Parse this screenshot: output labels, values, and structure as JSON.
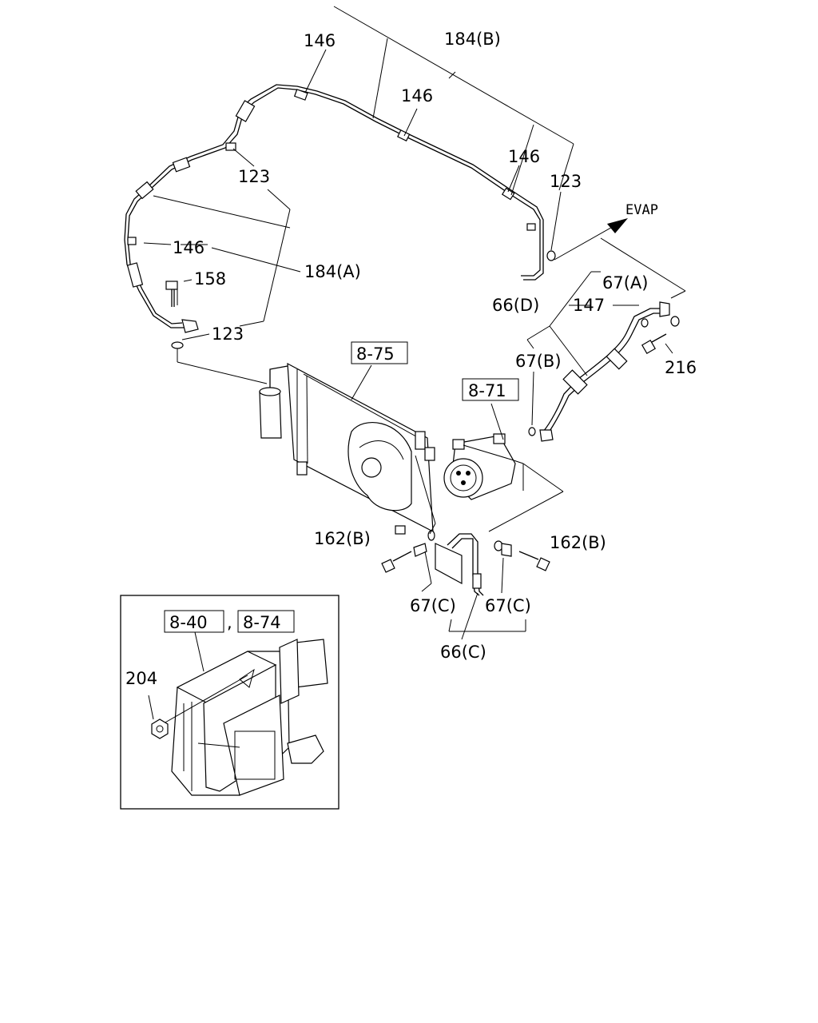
{
  "labels": {
    "pipe_146_top": "146",
    "pipe_184b": "184(B)",
    "pipe_146_mid": "146",
    "pipe_146_right": "146",
    "oring_123_right": "123",
    "evap": "EVAP",
    "oring_123_upper": "123",
    "pipe_146_left": "146",
    "pipe_184a": "184(A)",
    "bolt_158": "158",
    "oring_123_lower": "123",
    "oring_67a": "67(A)",
    "hose_66d": "66(D)",
    "clip_147": "147",
    "bolt_216": "216",
    "oring_67b": "67(B)",
    "ref_8_75": "8-75",
    "ref_8_71": "8-71",
    "bolt_162b_left": "162(B)",
    "bolt_162b_right": "162(B)",
    "oring_67c_left": "67(C)",
    "oring_67c_right": "67(C)",
    "hose_66c": "66(C)",
    "ref_8_40": "8-40",
    "ref_separator": ",",
    "ref_8_74": "8-74",
    "nut_204": "204"
  }
}
